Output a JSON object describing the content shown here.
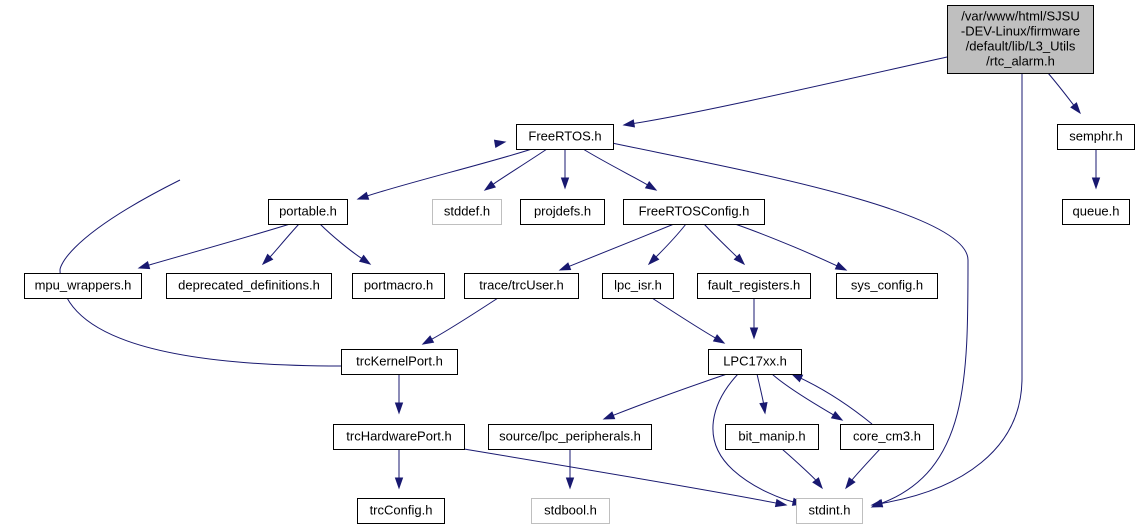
{
  "diagram": {
    "nodes": [
      {
        "id": "root",
        "lines": [
          "/var/www/html/SJSU",
          "-DEV-Linux/firmware",
          "/default/lib/L3_Utils",
          "/rtc_alarm.h"
        ],
        "style": "root"
      },
      {
        "id": "freertos",
        "lines": [
          "FreeRTOS.h"
        ],
        "style": "normal"
      },
      {
        "id": "semphr",
        "lines": [
          "semphr.h"
        ],
        "style": "normal"
      },
      {
        "id": "queue",
        "lines": [
          "queue.h"
        ],
        "style": "normal"
      },
      {
        "id": "portable",
        "lines": [
          "portable.h"
        ],
        "style": "normal"
      },
      {
        "id": "stddef",
        "lines": [
          "stddef.h"
        ],
        "style": "missing"
      },
      {
        "id": "projdefs",
        "lines": [
          "projdefs.h"
        ],
        "style": "normal"
      },
      {
        "id": "freertosconfig",
        "lines": [
          "FreeRTOSConfig.h"
        ],
        "style": "normal"
      },
      {
        "id": "mpu",
        "lines": [
          "mpu_wrappers.h"
        ],
        "style": "normal"
      },
      {
        "id": "deprecated",
        "lines": [
          "deprecated_definitions.h"
        ],
        "style": "normal"
      },
      {
        "id": "portmacro",
        "lines": [
          "portmacro.h"
        ],
        "style": "normal"
      },
      {
        "id": "trcuser",
        "lines": [
          "trace/trcUser.h"
        ],
        "style": "normal"
      },
      {
        "id": "lpcisr",
        "lines": [
          "lpc_isr.h"
        ],
        "style": "normal"
      },
      {
        "id": "faultreg",
        "lines": [
          "fault_registers.h"
        ],
        "style": "normal"
      },
      {
        "id": "sysconfig",
        "lines": [
          "sys_config.h"
        ],
        "style": "normal"
      },
      {
        "id": "trckernel",
        "lines": [
          "trcKernelPort.h"
        ],
        "style": "normal"
      },
      {
        "id": "lpc17xx",
        "lines": [
          "LPC17xx.h"
        ],
        "style": "normal"
      },
      {
        "id": "trchw",
        "lines": [
          "trcHardwarePort.h"
        ],
        "style": "normal"
      },
      {
        "id": "lpcperiph",
        "lines": [
          "source/lpc_peripherals.h"
        ],
        "style": "normal"
      },
      {
        "id": "bitmanip",
        "lines": [
          "bit_manip.h"
        ],
        "style": "normal"
      },
      {
        "id": "corecm3",
        "lines": [
          "core_cm3.h"
        ],
        "style": "normal"
      },
      {
        "id": "trcconfig",
        "lines": [
          "trcConfig.h"
        ],
        "style": "normal"
      },
      {
        "id": "stdbool",
        "lines": [
          "stdbool.h"
        ],
        "style": "missing"
      },
      {
        "id": "stdint",
        "lines": [
          "stdint.h"
        ],
        "style": "missing"
      }
    ],
    "edges": [
      {
        "from": "root",
        "to": "freertos"
      },
      {
        "from": "root",
        "to": "semphr"
      },
      {
        "from": "root",
        "to": "stdint"
      },
      {
        "from": "semphr",
        "to": "queue"
      },
      {
        "from": "freertos",
        "to": "portable"
      },
      {
        "from": "freertos",
        "to": "stddef"
      },
      {
        "from": "freertos",
        "to": "projdefs"
      },
      {
        "from": "freertos",
        "to": "freertosconfig"
      },
      {
        "from": "freertos",
        "to": "stdint"
      },
      {
        "from": "portable",
        "to": "mpu"
      },
      {
        "from": "portable",
        "to": "deprecated"
      },
      {
        "from": "portable",
        "to": "portmacro"
      },
      {
        "from": "freertosconfig",
        "to": "trcuser"
      },
      {
        "from": "freertosconfig",
        "to": "lpcisr"
      },
      {
        "from": "freertosconfig",
        "to": "faultreg"
      },
      {
        "from": "freertosconfig",
        "to": "sysconfig"
      },
      {
        "from": "trcuser",
        "to": "trckernel"
      },
      {
        "from": "trckernel",
        "to": "freertos"
      },
      {
        "from": "trckernel",
        "to": "trchw"
      },
      {
        "from": "trchw",
        "to": "trcconfig"
      },
      {
        "from": "trchw",
        "to": "stdint"
      },
      {
        "from": "lpcisr",
        "to": "lpc17xx"
      },
      {
        "from": "faultreg",
        "to": "lpc17xx"
      },
      {
        "from": "lpc17xx",
        "to": "lpcperiph"
      },
      {
        "from": "lpc17xx",
        "to": "bitmanip"
      },
      {
        "from": "lpc17xx",
        "to": "corecm3"
      },
      {
        "from": "lpc17xx",
        "to": "stdint"
      },
      {
        "from": "corecm3",
        "to": "lpc17xx"
      },
      {
        "from": "corecm3",
        "to": "stdint"
      },
      {
        "from": "bitmanip",
        "to": "stdint"
      },
      {
        "from": "lpcperiph",
        "to": "stdbool"
      }
    ],
    "colors": {
      "edge": "#191970",
      "root_fill": "#bfbfbf",
      "node_fill": "#ffffff",
      "node_border": "#000000",
      "missing_border": "#bfbfbf"
    }
  }
}
